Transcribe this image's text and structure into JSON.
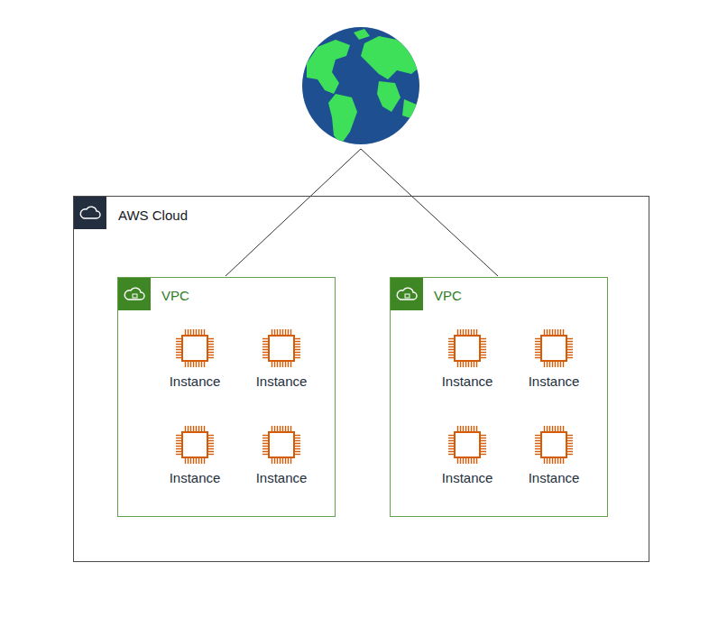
{
  "diagram": {
    "nodes": [
      {
        "text": [
          "AWS Cloud"
        ]
      },
      {
        "text": [
          "VPC"
        ],
        "in": 0
      },
      {
        "text": [
          "Instance"
        ],
        "in": 1
      },
      {
        "text": [
          "Instance"
        ],
        "in": 1
      },
      {
        "text": [
          "Instance"
        ],
        "in": 1
      },
      {
        "text": [
          "Instance"
        ],
        "in": 1
      },
      {
        "text": [
          "VPC"
        ],
        "in": 0
      },
      {
        "text": [
          "Instance"
        ],
        "in": 6
      },
      {
        "text": [
          "Instance"
        ],
        "in": 6
      },
      {
        "text": [
          "Instance"
        ],
        "in": 6
      },
      {
        "text": [
          "Instance"
        ],
        "in": 6
      }
    ]
  }
}
